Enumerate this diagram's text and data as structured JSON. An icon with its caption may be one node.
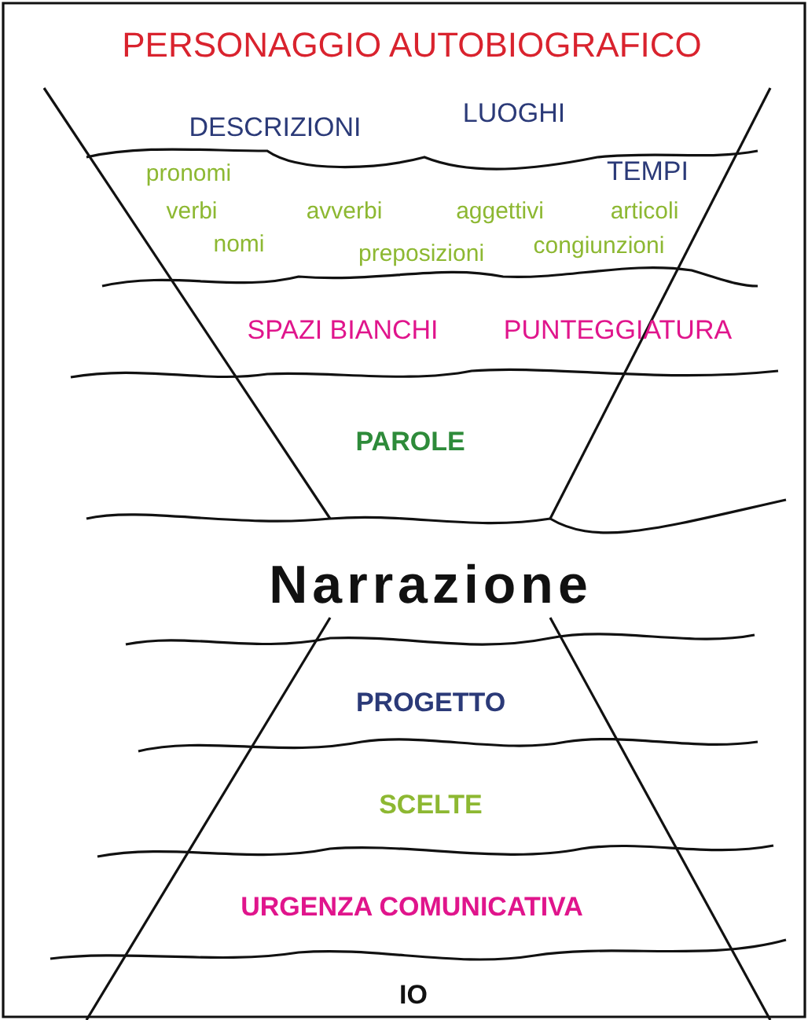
{
  "diagram": {
    "title": "PERSONAGGIO AUTOBIOGRAFICO",
    "labels": [
      "DESCRIZIONI",
      "LUOGHI",
      "pronomi",
      "TEMPI",
      "verbi",
      "avverbi",
      "aggettivi",
      "articoli",
      "nomi",
      "preposizioni",
      "congiunzioni",
      "SPAZI BIANCHI",
      "PUNTEGGIATURA",
      "PAROLE",
      "Narrazione",
      "PROGETTO",
      "SCELTE",
      "URGENZA COMUNICATIVA",
      "IO"
    ]
  }
}
